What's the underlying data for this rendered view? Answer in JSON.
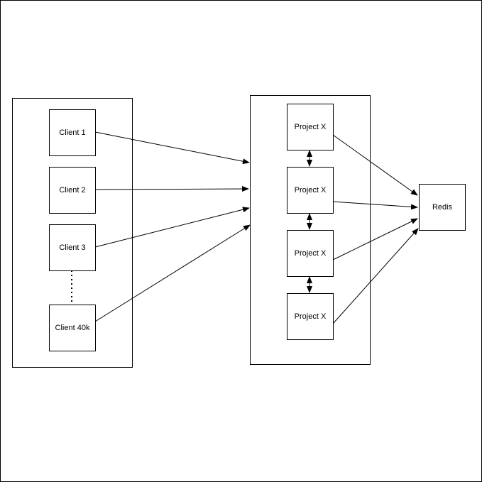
{
  "diagram": {
    "clients": [
      {
        "label": "Client 1"
      },
      {
        "label": "Client 2"
      },
      {
        "label": "Client 3"
      },
      {
        "label": "Client 40k"
      }
    ],
    "projects": [
      {
        "label": "Project X"
      },
      {
        "label": "Project X"
      },
      {
        "label": "Project X"
      },
      {
        "label": "Project X"
      }
    ],
    "store": {
      "label": "Redis"
    }
  }
}
